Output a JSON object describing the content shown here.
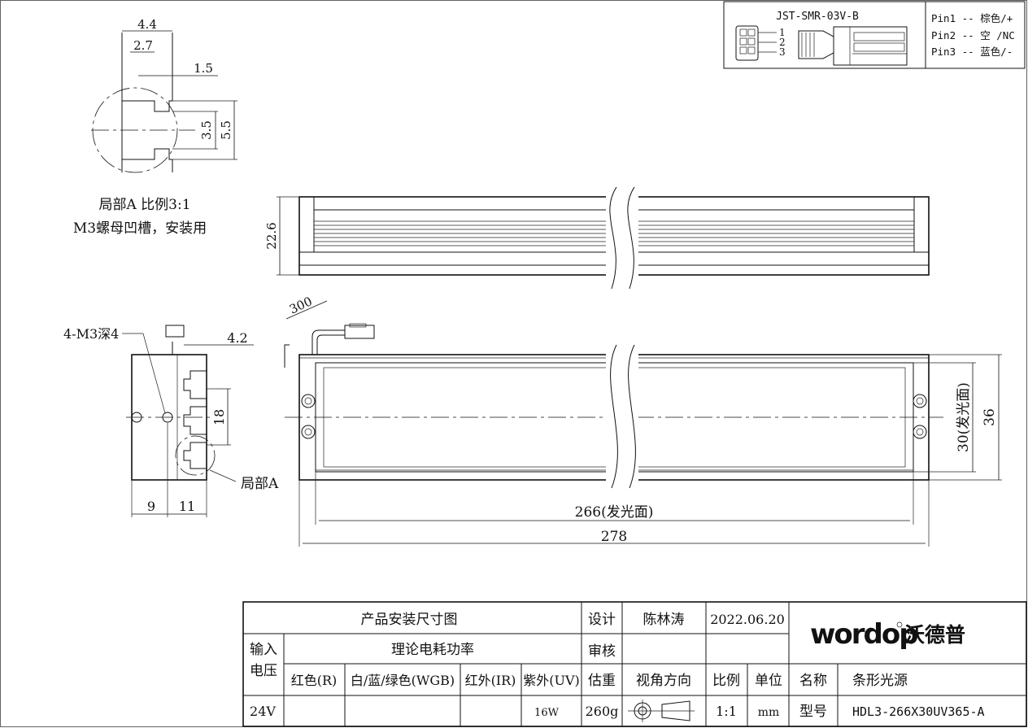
{
  "connector": {
    "model": "JST-SMR-03V-B",
    "pin_numbers": [
      "1",
      "2",
      "3"
    ],
    "pins": [
      "Pin1 -- 棕色/+",
      "Pin2 -- 空 /NC",
      "Pin3 -- 蓝色/-"
    ]
  },
  "detail_a": {
    "dims": [
      "4.4",
      "2.7",
      "1.5",
      "3.5",
      "5.5"
    ],
    "caption1": "局部A 比例3:1",
    "caption2": "M3螺母凹槽，安装用"
  },
  "top_view": {
    "height_dim": "22.6"
  },
  "front_view": {
    "cable_len": "300",
    "emit_height": "30(发光面)",
    "total_height": "36",
    "emit_length": "266(发光面)",
    "total_length": "278"
  },
  "side_view": {
    "hole_label": "4-M3深4",
    "dims": [
      "4.2",
      "18",
      "9",
      "11"
    ],
    "detail_label": "局部A"
  },
  "title_block": {
    "drawing_title": "产品安装尺寸图",
    "design_label": "设计",
    "designer": "陈林涛",
    "date": "2022.06.20",
    "review_label": "审核",
    "input_voltage_label": "输入电压",
    "power_label": "理论电耗功率",
    "col_red": "红色(R)",
    "col_wbg": "白/蓝/绿色(WGB)",
    "col_ir": "红外(IR)",
    "col_uv": "紫外(UV)",
    "weight_label": "估重",
    "view_label": "视角方向",
    "scale_label": "比例",
    "unit_label": "单位",
    "name_label": "名称",
    "name_value": "条形光源",
    "voltage": "24V",
    "red_value": "",
    "wbg_value": "",
    "ir_value": "",
    "uv_value": "16W",
    "weight": "260g",
    "scale": "1:1",
    "unit": "mm",
    "model_label": "型号",
    "model_value": "HDL3-266X30UV365-A",
    "logo_latin": "wordop",
    "logo_cn": "沃德普"
  }
}
